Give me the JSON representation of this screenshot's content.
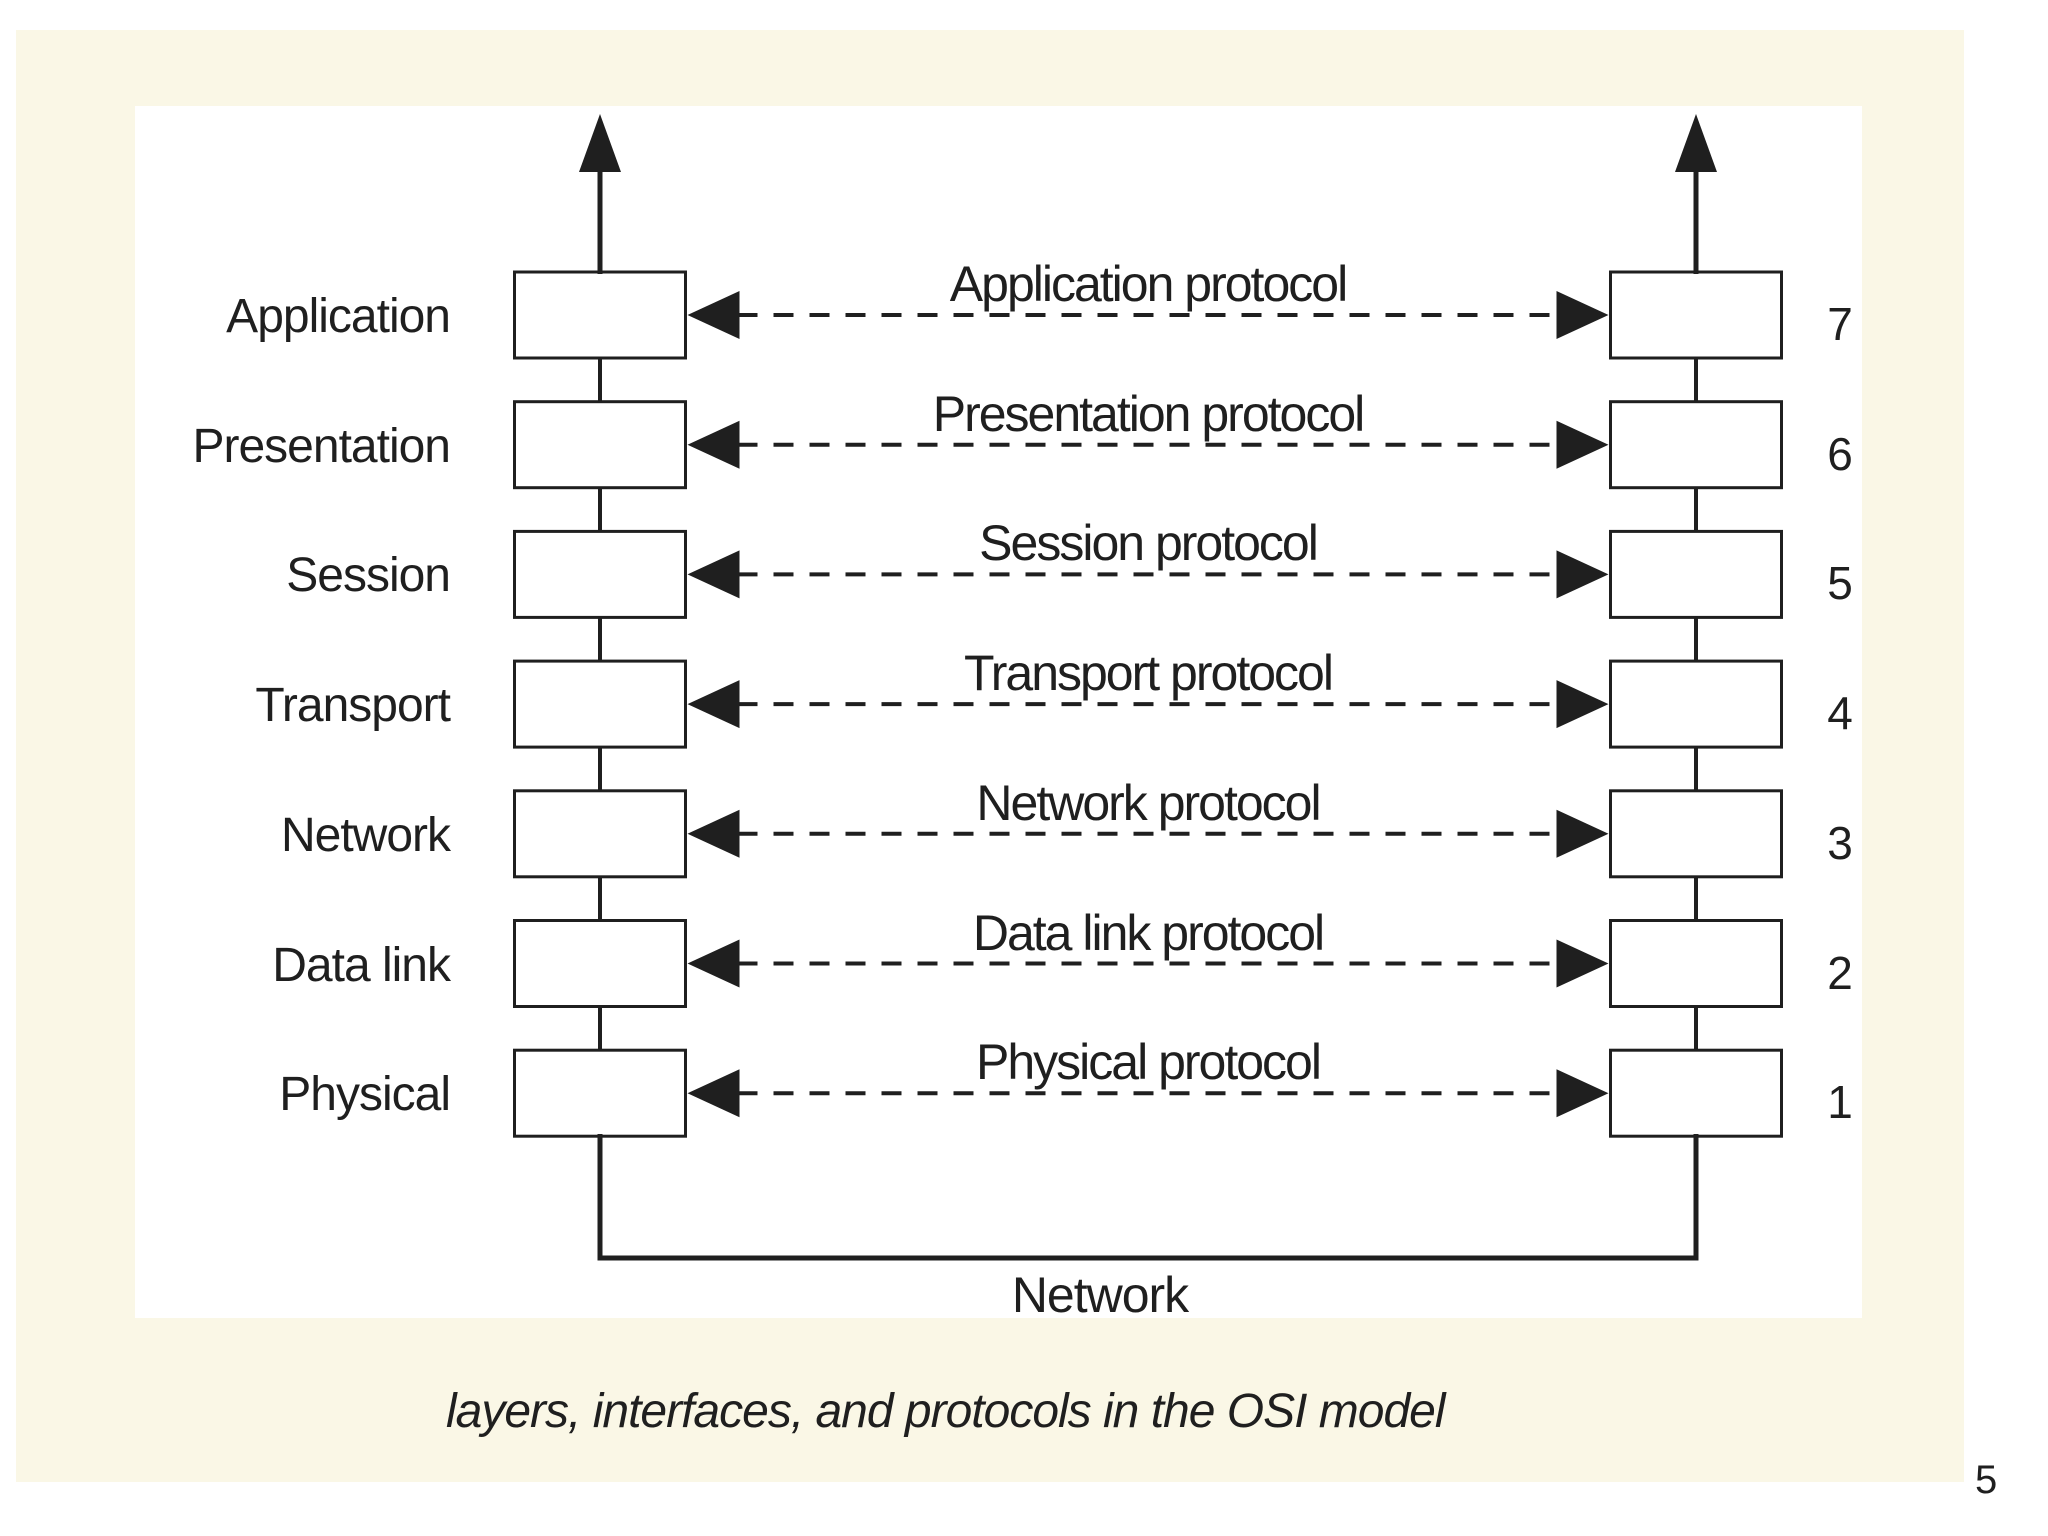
{
  "slide": {
    "caption": "layers, interfaces, and protocols in the OSI model",
    "page_number": "5"
  },
  "diagram": {
    "type": "osi-model-stack",
    "layers": [
      {
        "name": "Application",
        "number": "7",
        "protocol": "Application protocol"
      },
      {
        "name": "Presentation",
        "number": "6",
        "protocol": "Presentation protocol"
      },
      {
        "name": "Session",
        "number": "5",
        "protocol": "Session protocol"
      },
      {
        "name": "Transport",
        "number": "4",
        "protocol": "Transport protocol"
      },
      {
        "name": "Network",
        "number": "3",
        "protocol": "Network protocol"
      },
      {
        "name": "Data link",
        "number": "2",
        "protocol": "Data link protocol"
      },
      {
        "name": "Physical",
        "number": "1",
        "protocol": "Physical protocol"
      }
    ],
    "bottom_label": "Network",
    "colors": {
      "ink": "#1f1f1f",
      "scan_bg": "#faf7e6",
      "paper": "#ffffff"
    }
  }
}
